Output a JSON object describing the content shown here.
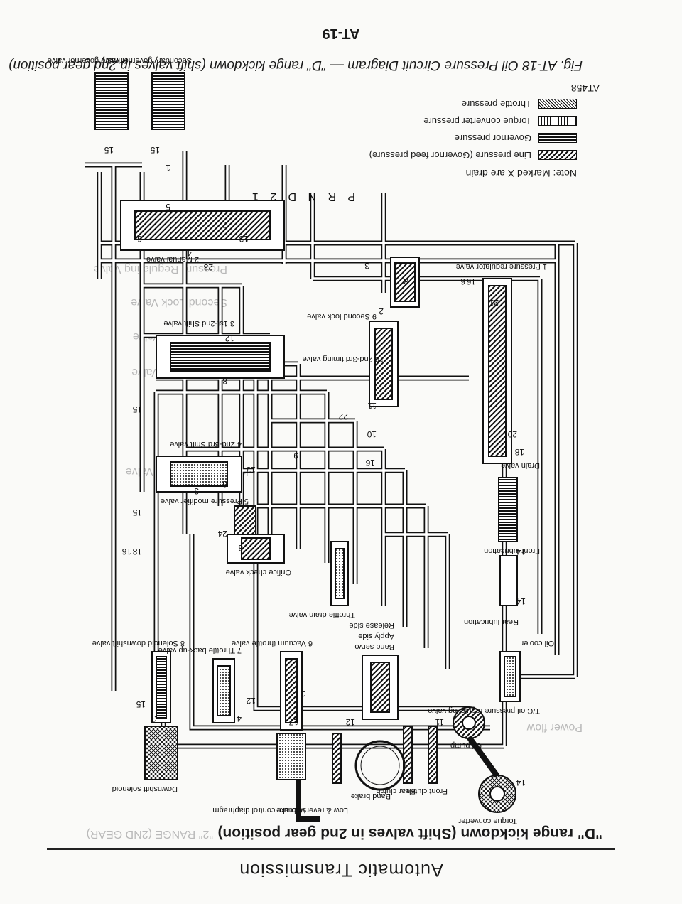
{
  "header": {
    "running_head": "Automatic Transmission",
    "section_title": "\"D\" range kickdown (Shift valves in 2nd gear position)"
  },
  "figure": {
    "caption": "Fig. AT-18 Oil Pressure Circuit Diagram — \"D\" range kickdown (shift valves in 2nd gear position)",
    "code": "AT458"
  },
  "footer": {
    "page_number": "AT-19"
  },
  "legend": {
    "note": "Note: Marked X are drain",
    "items": [
      {
        "label": "Line pressure (Governor feed pressure)"
      },
      {
        "label": "Governor pressure"
      },
      {
        "label": "Torque converter pressure"
      },
      {
        "label": "Throttle pressure"
      }
    ]
  },
  "components": {
    "torque_converter": "Torque converter",
    "oil_pump": "Oil pump",
    "front_clutch": "Front clutch",
    "rear_clutch": "Rear clutch",
    "band_brake": "Band brake",
    "low_reverse_brake": "Low & reverse brake",
    "vacuum_diaphragm": "Vacuum control diaphragm",
    "downshift_solenoid": "Downshift solenoid",
    "band_servo": "Band servo",
    "apply_side": "Apply side",
    "release_side": "Release side",
    "tc_regulating": "T/C oil pressure regulating valve",
    "oil_cooler": "Oil cooler",
    "rear_lubrication": "Rear lubrication",
    "front_lubrication": "Front lubrication",
    "drain_valve": "Drain valve",
    "pressure_regulator": "1 Pressure regulator valve",
    "manual_valve": "2 Manual valve",
    "shift_12": "3 1st-2nd Shift valve",
    "shift_23": "4 2nd-3rd Shift valve",
    "pressure_modifier": "5 Pressure modifier valve",
    "vacuum_throttle": "6 Vacuum throttle valve",
    "throttle_backup": "7 Throttle back-up valve",
    "solenoid_downshift": "8 Solenoid downshift valve",
    "second_lock": "9 Second lock valve",
    "timing_23": "10 2nd-3rd timing valve",
    "orifice_check": "Orifice check valve",
    "throttle_drain": "Throttle drain valve",
    "secondary_governor": "Secondary governor valve",
    "primary_governor": "Primary governor valve",
    "selector": "P R N D 2 1"
  },
  "line_numbers": [
    "14",
    "14",
    "18",
    "20",
    "21",
    "16",
    "6",
    "7",
    "13",
    "1",
    "15",
    "15",
    "5",
    "6",
    "4",
    "23",
    "8",
    "2",
    "3",
    "12",
    "8",
    "15",
    "11",
    "22",
    "10",
    "16",
    "13",
    "6",
    "9",
    "3",
    "15",
    "24",
    "18",
    "16",
    "3",
    "14",
    "1",
    "12",
    "17",
    "4",
    "3",
    "12",
    "11",
    "15"
  ],
  "background_text": [
    "Kickdown Modifier Valve",
    "2nd-3rd Shift Valve",
    "1st-2nd Shift Valve",
    "Second Lock Valve",
    "Pressure Regulating Valve",
    "Power flow",
    "\"2\" RANGE (2ND GEAR)"
  ]
}
